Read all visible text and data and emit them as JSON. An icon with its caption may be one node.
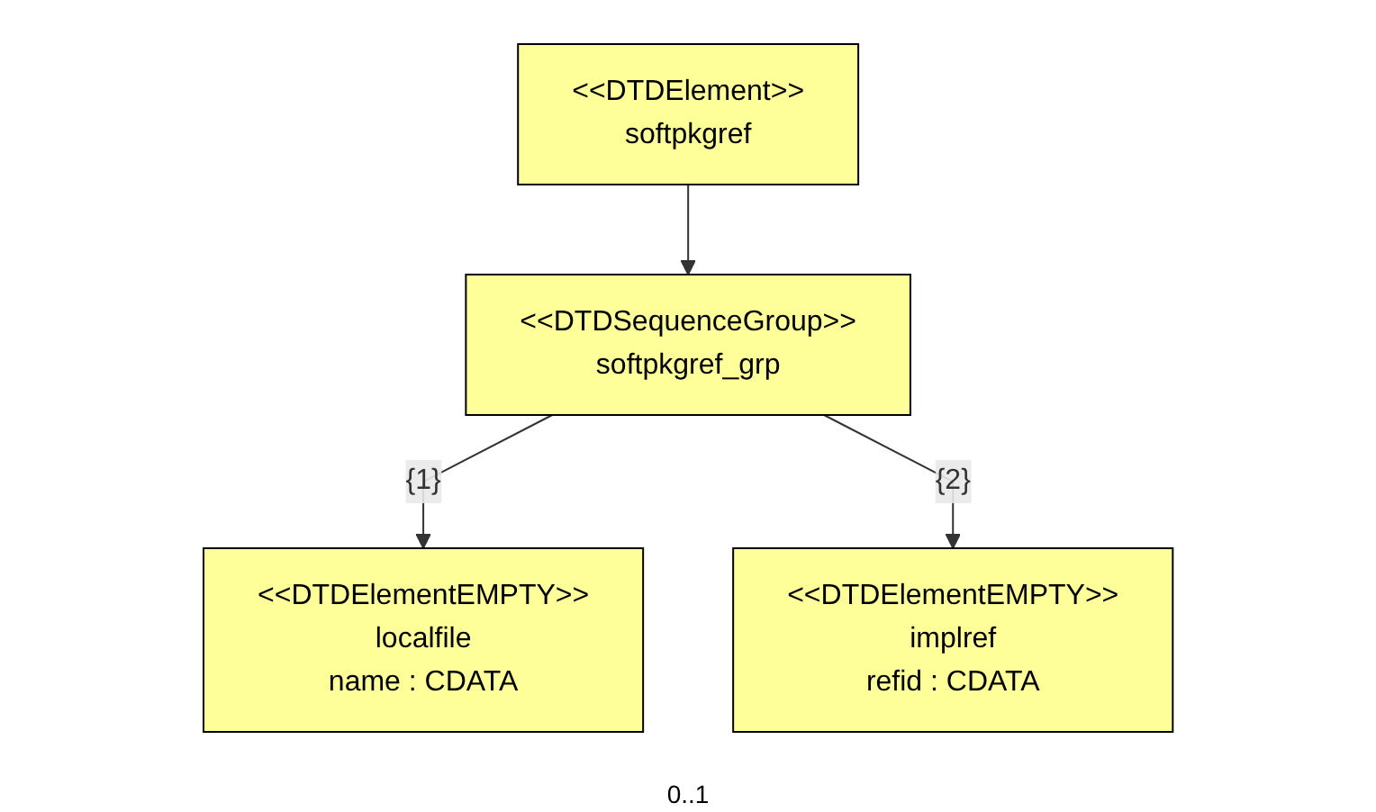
{
  "diagram": {
    "nodes": [
      {
        "text": [
          "<<DTDElement>>",
          "softpkgref"
        ]
      },
      {
        "text": [
          "<<DTDSequenceGroup>>",
          "softpkgref_grp"
        ]
      },
      {
        "text": [
          "<<DTDElementEMPTY>>",
          "localfile",
          "name : CDATA"
        ]
      },
      {
        "text": [
          "<<DTDElementEMPTY>>",
          "implref",
          "refid : CDATA"
        ]
      }
    ],
    "edges": [
      {
        "from": 0,
        "to": 1,
        "arrow": "to"
      },
      {
        "from": 1,
        "to": 2,
        "arrow": "to",
        "label": "{1}"
      },
      {
        "from": 1,
        "to": 3,
        "arrow": "to",
        "label": "{2}"
      }
    ],
    "labels": [
      "0..1"
    ]
  }
}
